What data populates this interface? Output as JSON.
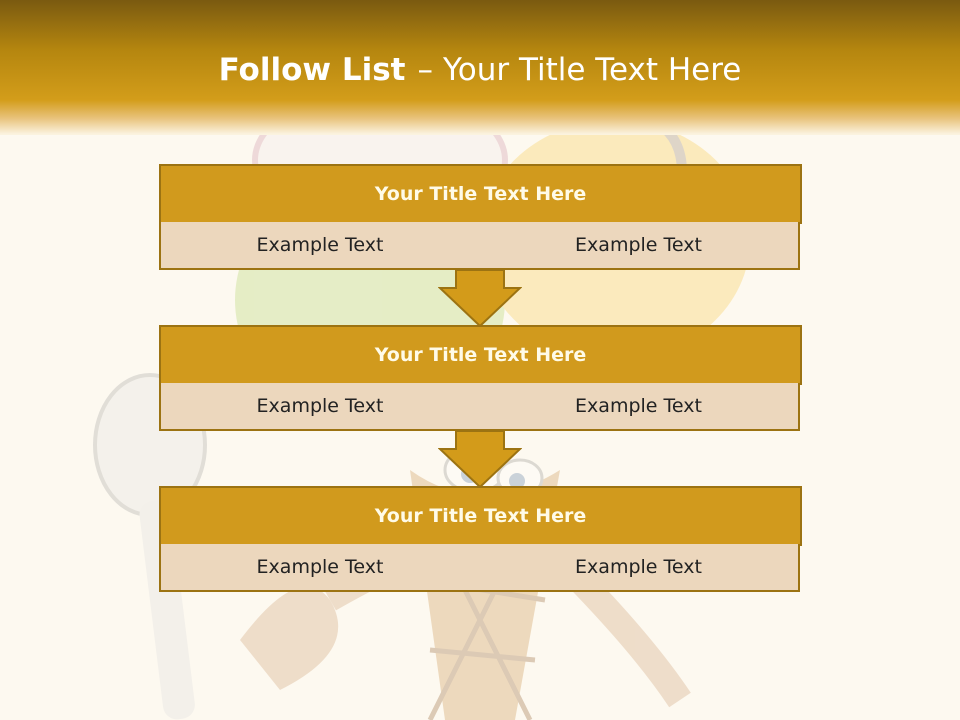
{
  "slide": {
    "title_bold": "Follow List",
    "title_dash": "–",
    "title_rest": "Your Title Text Here"
  },
  "steps": [
    {
      "title": "Your Title Text Here",
      "left": "Example Text",
      "right": "Example Text"
    },
    {
      "title": "Your Title Text Here",
      "left": "Example Text",
      "right": "Example Text"
    },
    {
      "title": "Your Title Text Here",
      "left": "Example Text",
      "right": "Example Text"
    }
  ],
  "colors": {
    "header_band": "#c8921a",
    "box_title_fill": "#d19a1d",
    "box_cell_fill": "#ecd7bd",
    "box_border": "#9c7312",
    "arrow_fill": "#d39b1a"
  }
}
